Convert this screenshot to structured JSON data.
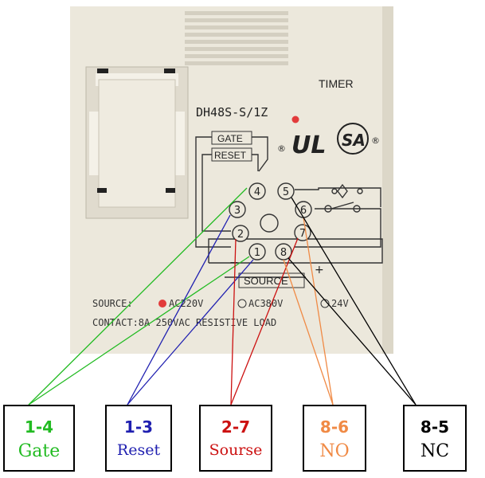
{
  "device": {
    "brand_label": "TIMER",
    "model": "DH48S-S/1Z",
    "gate_label": "GATE",
    "reset_label": "RESET",
    "source_label": "SOURCE",
    "registered_mark": "®",
    "ul_mark": "UL",
    "csa_mark": "SA",
    "spec_source": "SOURCE:",
    "spec_ac220": "AC220V",
    "spec_ac380": "AC380V",
    "spec_24v": "24V",
    "spec_contact": "CONTACT:8A 250VAC RESISTIVE LOAD",
    "body_color": "#ece8dc",
    "pins": [
      "1",
      "2",
      "3",
      "4",
      "5",
      "6",
      "7",
      "8"
    ]
  },
  "connections": [
    {
      "pin": "1-4",
      "name": "Gate",
      "color": "#22bb22"
    },
    {
      "pin": "1-3",
      "name": "Reset",
      "color": "#1f1fb0"
    },
    {
      "pin": "2-7",
      "name": "Sourse",
      "color": "#cc1111"
    },
    {
      "pin": "8-6",
      "name": "NO",
      "color": "#f08a45"
    },
    {
      "pin": "8-5",
      "name": "NC",
      "color": "#000000"
    }
  ]
}
